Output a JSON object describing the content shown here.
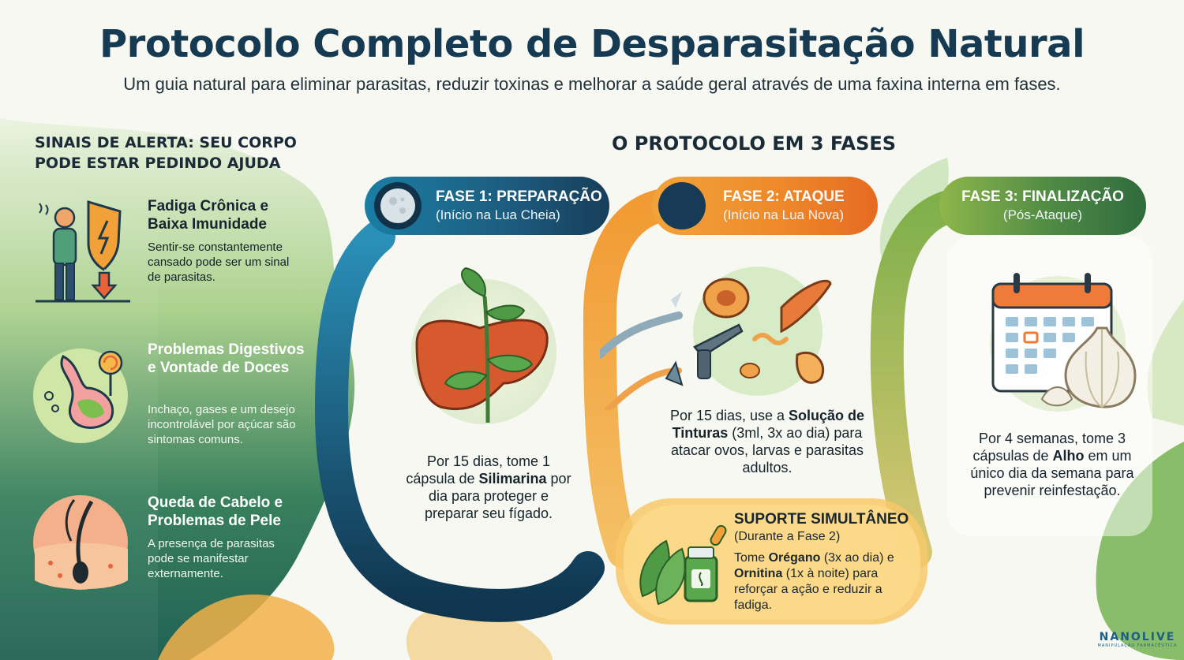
{
  "header": {
    "title": "Protocolo Completo de Desparasitação Natural",
    "subtitle": "Um guia natural para eliminar parasitas, reduzir toxinas e melhorar a saúde geral através de uma faxina interna em fases."
  },
  "alerts": {
    "title": "Sinais de alerta: seu corpo pode estar pedindo ajuda",
    "items": [
      {
        "title": "Fadiga Crônica e Baixa Imunidade",
        "body": "Sentir-se constantemente cansado pode ser um sinal de parasitas.",
        "icon": "fatigue-shield-icon"
      },
      {
        "title": "Problemas Digestivos e Vontade de Doces",
        "body": "Inchaço, gases e um desejo incontrolável por açúcar são sintomas comuns.",
        "icon": "stomach-candy-icon"
      },
      {
        "title": "Queda de Cabelo e Problemas de Pele",
        "body": "A presença de parasitas pode se manifestar externamente.",
        "icon": "hair-skin-icon"
      }
    ]
  },
  "protocol": {
    "title": "O protocolo em 3 fases",
    "phases": [
      {
        "title": "FASE 1: PREPARAÇÃO",
        "subtitle": "(Início na Lua Cheia)",
        "body_pre": "Por 15 dias, tome 1 cápsula de ",
        "body_bold": "Silimarina",
        "body_post": " por dia para proteger e preparar seu fígado.",
        "icon": "full-moon-icon",
        "illustration": "liver-plant-icon",
        "color": "#1c6f96"
      },
      {
        "title": "FASE 2: ATAQUE",
        "subtitle": "(Início na Lua Nova)",
        "body_pre": "Por 15 dias, use a ",
        "body_bold": "Solução de Tinturas",
        "body_post": " (3ml, 3x ao dia) para atacar ovos, larvas e parasitas adultos.",
        "icon": "new-moon-icon",
        "illustration": "parasites-attack-icon",
        "color": "#ee8a2a"
      },
      {
        "title": "FASE 3: FINALIZAÇÃO",
        "subtitle": "(Pós-Ataque)",
        "body_pre": "Por 4 semanas, tome 3 cápsulas de ",
        "body_bold": "Alho",
        "body_post": " em um único dia da semana para prevenir reinfestação.",
        "icon": "calendar-garlic-icon",
        "illustration": "calendar-garlic-icon",
        "color": "#4e8a44"
      }
    ],
    "support": {
      "title": "SUPORTE SIMULTÂNEO",
      "subtitle": "(Durante a Fase 2)",
      "body_1": "Tome ",
      "bold_1": "Orégano",
      "body_2": " (3x ao dia) e ",
      "bold_2": "Ornitina",
      "body_3": " (1x à noite) para reforçar a ação e reduzir a fadiga.",
      "icon": "herbs-bottle-icon"
    }
  },
  "brand": {
    "name": "NANOLIVE",
    "tagline": "MANIPULAÇÃO FARMACÊUTICA"
  }
}
